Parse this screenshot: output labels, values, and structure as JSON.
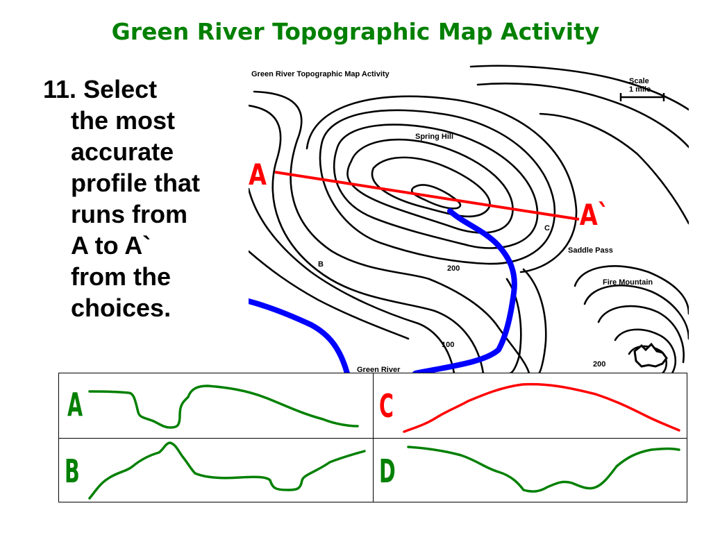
{
  "title": "Green River Topographic Map Activity",
  "question": {
    "number": "11.",
    "lines": [
      "Select",
      "the most",
      "accurate",
      "profile that",
      "runs from",
      "A to A`",
      "from the",
      "choices."
    ]
  },
  "map": {
    "title": "Green River Topographic Map Activity",
    "scale_label": "Scale",
    "scale_value": "1 mile",
    "marker_start": "A",
    "marker_end": "A`",
    "labels": {
      "spring_hill": "Spring Hill",
      "saddle_pass": "Saddle Pass",
      "fire_mountain": "Fire Mountain",
      "green_river": "Green River",
      "point_b": "B",
      "point_c": "C",
      "contour_200_left": "200",
      "contour_100": "100",
      "contour_200_right": "200"
    },
    "colors": {
      "line": "#ff0000",
      "river": "#0000ff",
      "contour": "#000000"
    }
  },
  "choices": {
    "a": {
      "letter": "A",
      "color": "#008000"
    },
    "b": {
      "letter": "B",
      "color": "#008000"
    },
    "c": {
      "letter": "C",
      "color": "#ff0000"
    },
    "d": {
      "letter": "D",
      "color": "#008000"
    }
  }
}
